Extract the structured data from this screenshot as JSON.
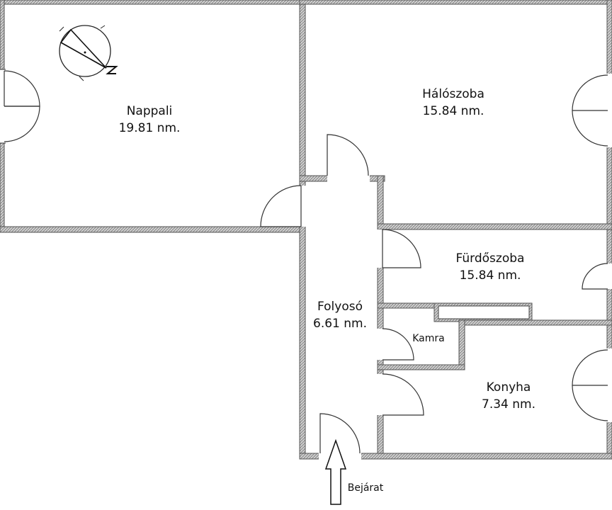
{
  "rooms": {
    "nappali": {
      "name": "Nappali",
      "area": "19.81 nm."
    },
    "haloszoba": {
      "name": "Hálószoba",
      "area": "15.84 nm."
    },
    "furdoszoba": {
      "name": "Fürdőszoba",
      "area": "15.84 nm."
    },
    "folyoso": {
      "name": "Folyosó",
      "area": "6.61 nm."
    },
    "kamra": {
      "name": "Kamra"
    },
    "konyha": {
      "name": "Konyha",
      "area": "7.34 nm."
    }
  },
  "entrance": {
    "label": "Bejárat"
  },
  "icons": {
    "compass": "north-compass-icon",
    "entrance_arrow": "entrance-arrow-icon"
  },
  "colors": {
    "wall_pattern": "#8c8c8c",
    "line": "#333333",
    "background": "#ffffff"
  }
}
